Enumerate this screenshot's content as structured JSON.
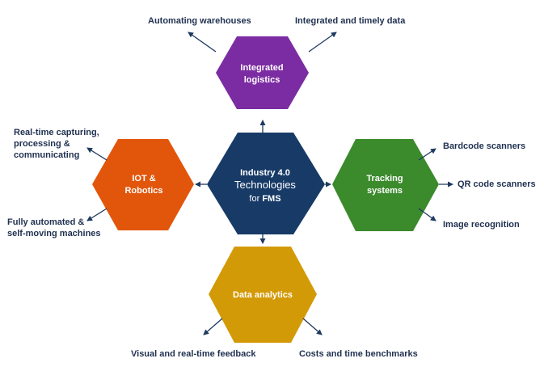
{
  "center": {
    "line1": "Industry 4.0",
    "line2": "Technologies",
    "line3_prefix": "for ",
    "line3_bold": "FMS",
    "color": "#173a67"
  },
  "nodes": {
    "top": {
      "line1": "Integrated",
      "line2": "logistics",
      "color": "#7b2ca3"
    },
    "left": {
      "line1": "IOT &",
      "line2": "Robotics",
      "color": "#e2560b"
    },
    "right": {
      "line1": "Tracking",
      "line2": "systems",
      "color": "#3b8a2c"
    },
    "bottom": {
      "line1": "Data analytics",
      "color": "#d39a07"
    }
  },
  "labels": {
    "top_left": "Automating warehouses",
    "top_right": "Integrated and timely data",
    "left_top": [
      "Real-time capturing,",
      "processing &",
      "communicating"
    ],
    "left_bottom": [
      "Fully automated &",
      "self-moving machines"
    ],
    "right_top": "Bardcode scanners",
    "right_mid": "QR code scanners",
    "right_bottom": "Image recognition",
    "bottom_left": "Visual and real-time feedback",
    "bottom_right": "Costs and time benchmarks"
  },
  "arrow_color": "#1f3a5f"
}
